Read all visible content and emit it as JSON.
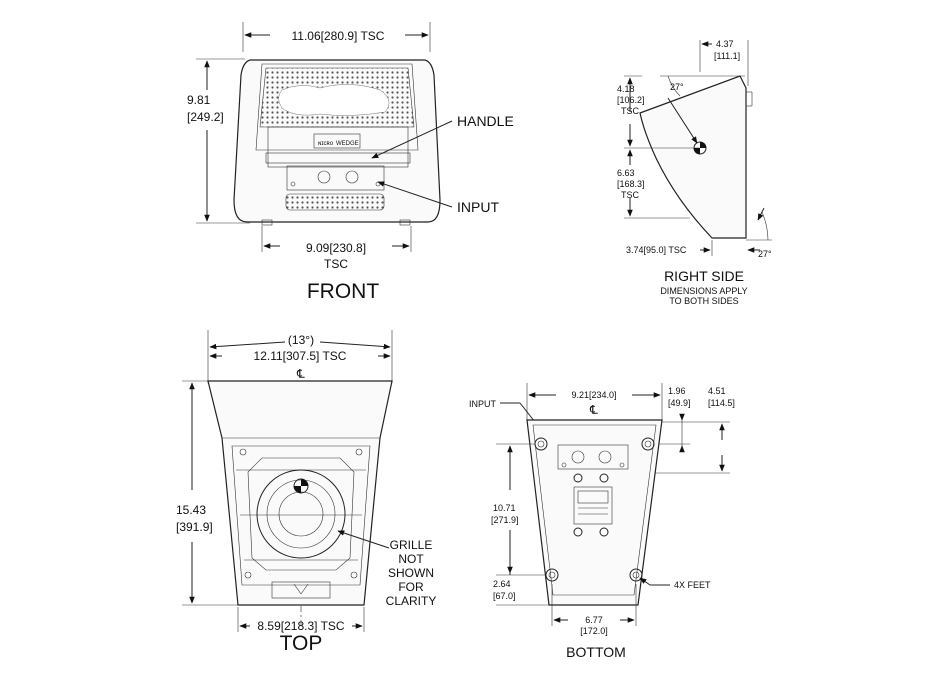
{
  "front": {
    "title": "FRONT",
    "width_top": "11.06[280.9] TSC",
    "height_a": "9.81",
    "height_b": "[249.2]",
    "width_bottom_a": "9.09[230.8]",
    "width_bottom_b": "TSC",
    "handle": "HANDLE",
    "input": "INPUT",
    "badge_left": "ɴɪᴄʀᴏ",
    "badge_right": "WEDGE"
  },
  "side": {
    "title": "RIGHT SIDE",
    "note_a": "DIMENSIONS APPLY",
    "note_b": "TO BOTH SIDES",
    "top_a": "4.37",
    "top_b": "[111.1]",
    "left_a": "4.18",
    "left_b": "[106.2]",
    "left_c": "TSC",
    "angle_top": "27°",
    "mid_a": "6.63",
    "mid_b": "[168.3]",
    "mid_c": "TSC",
    "bottom": "3.74[95.0] TSC",
    "angle_bottom": "27°"
  },
  "top": {
    "title": "TOP",
    "angle": "(13°)",
    "width_top": "12.11[307.5] TSC",
    "height_a": "15.43",
    "height_b": "[391.9]",
    "note_a": "GRILLE",
    "note_b": "NOT",
    "note_c": "SHOWN",
    "note_d": "FOR",
    "note_e": "CLARITY",
    "width_bottom": "8.59[218.3] TSC"
  },
  "bottom": {
    "title": "BOTTOM",
    "input": "INPUT",
    "width_top": "9.21[234.0]",
    "dim_a1": "1.96",
    "dim_a2": "[49.9]",
    "dim_b1": "4.51",
    "dim_b2": "[114.5]",
    "dim_c1": "10.71",
    "dim_c2": "[271.9]",
    "dim_d1": "2.64",
    "dim_d2": "[67.0]",
    "feet": "4X FEET",
    "width_bottom_a": "6.77",
    "width_bottom_b": "[172.0]"
  },
  "centerline": "℄"
}
